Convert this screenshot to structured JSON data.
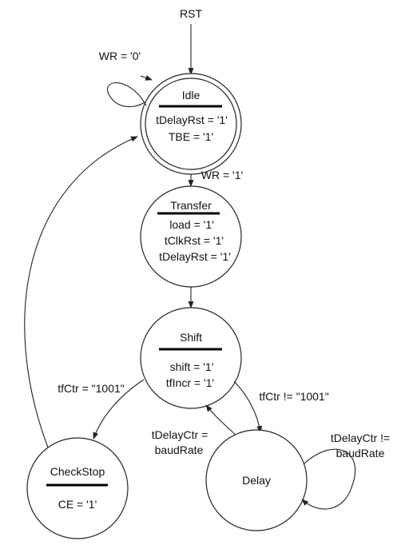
{
  "diagram": {
    "reset_label": "RST",
    "states": {
      "idle": {
        "name": "Idle",
        "outputs": [
          "tDelayRst = '1'",
          "TBE = '1'"
        ]
      },
      "transfer": {
        "name": "Transfer",
        "outputs": [
          "load = '1'",
          "tClkRst = '1'",
          "tDelayRst = '1'"
        ]
      },
      "shift": {
        "name": "Shift",
        "outputs": [
          "shift = '1'",
          "tfIncr = '1'"
        ]
      },
      "checkstop": {
        "name": "CheckStop",
        "outputs": [
          "CE = '1'"
        ]
      },
      "delay": {
        "name": "Delay",
        "outputs": []
      }
    },
    "transitions": {
      "idle_self": "WR = '0'",
      "idle_to_transfer": "WR = '1'",
      "shift_to_checkstop": "tfCtr = \"1001\"",
      "shift_to_delay": "tfCtr != \"1001\"",
      "delay_to_shift": [
        "tDelayCtr =",
        "baudRate"
      ],
      "delay_self": [
        "tDelayCtr !=",
        "baudRate"
      ]
    }
  }
}
